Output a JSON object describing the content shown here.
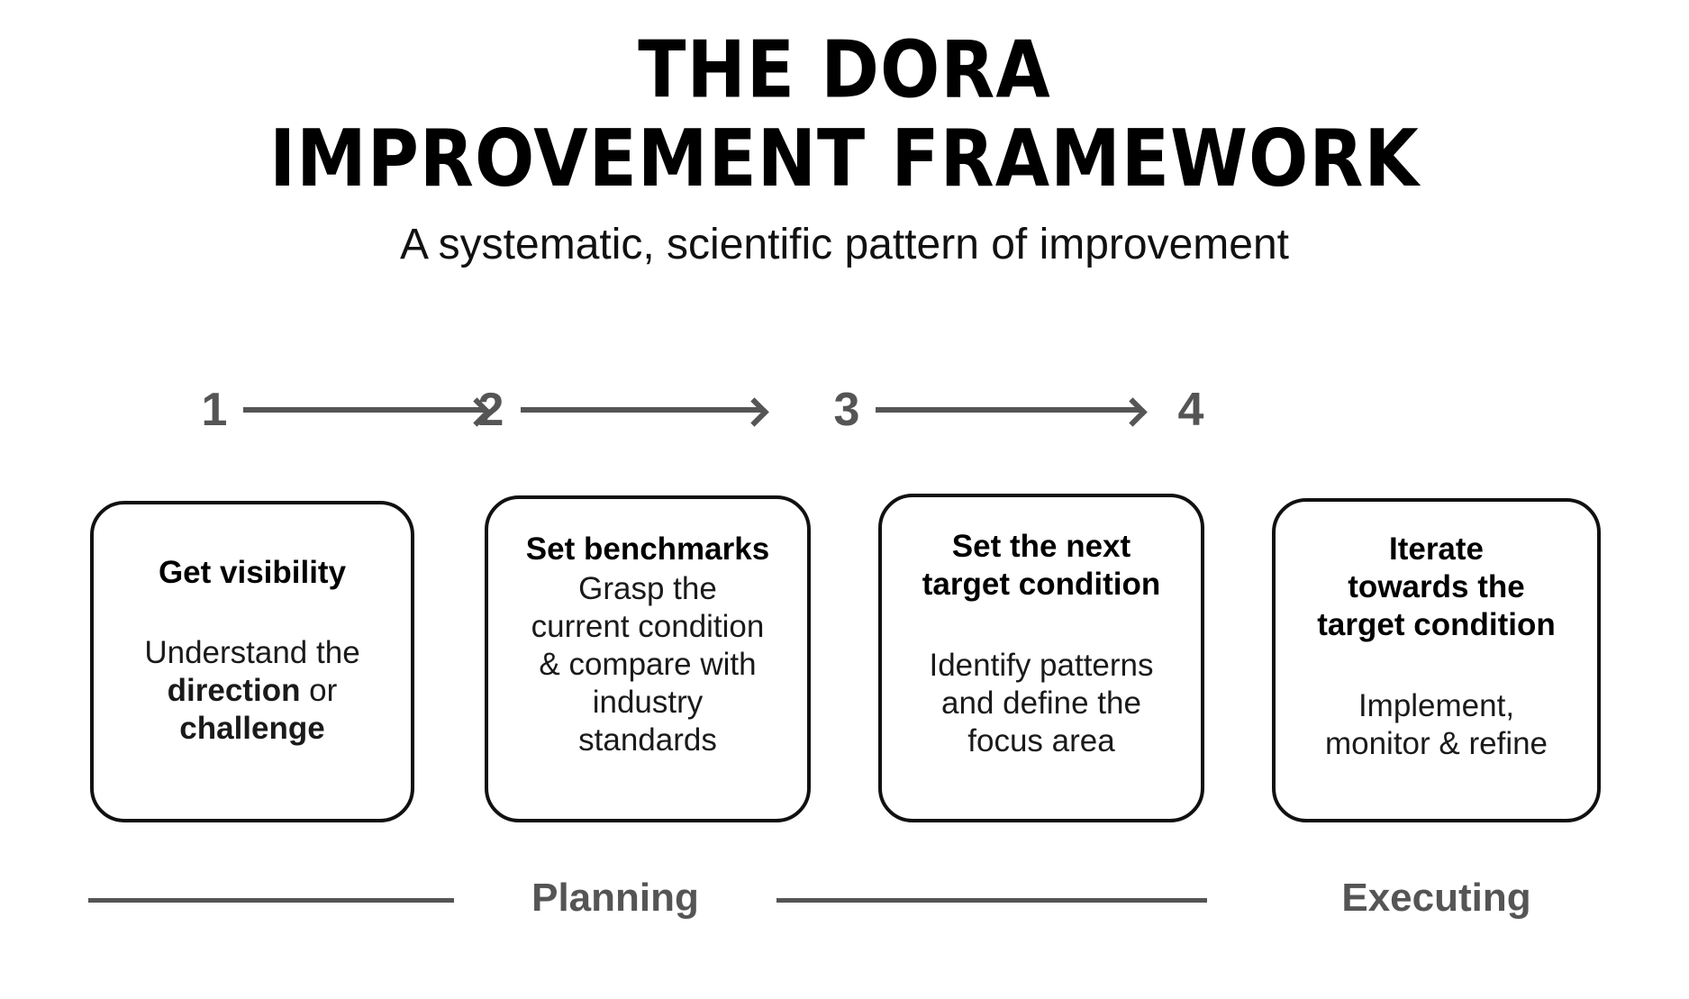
{
  "header": {
    "title_line_1": "THE DORA",
    "title_line_2": "IMPROVEMENT FRAMEWORK",
    "subtitle": "A systematic, scientific pattern of improvement"
  },
  "steps": [
    {
      "number": "1"
    },
    {
      "number": "2"
    },
    {
      "number": "3"
    },
    {
      "number": "4"
    }
  ],
  "cards": [
    {
      "heading": "Get visibility",
      "body_prefix": "Understand the\n",
      "body_bold_1": "direction",
      "body_middle": " or\n",
      "body_bold_2": "challenge",
      "body_plain": "Understand the direction or challenge"
    },
    {
      "heading": "Set benchmarks",
      "body_plain": "Grasp the\ncurrent condition\n& compare with\nindustry\nstandards"
    },
    {
      "heading": "Set the next\ntarget condition",
      "body_plain": "Identify patterns\nand define the\nfocus area"
    },
    {
      "heading": "Iterate\ntowards the\ntarget condition",
      "body_plain": "Implement,\nmonitor & refine"
    }
  ],
  "phases": {
    "planning_label": "Planning",
    "executing_label": "Executing"
  },
  "colors": {
    "background": "#ffffff",
    "text": "#000000",
    "accent_gray": "#555555",
    "card_border": "#111111"
  }
}
